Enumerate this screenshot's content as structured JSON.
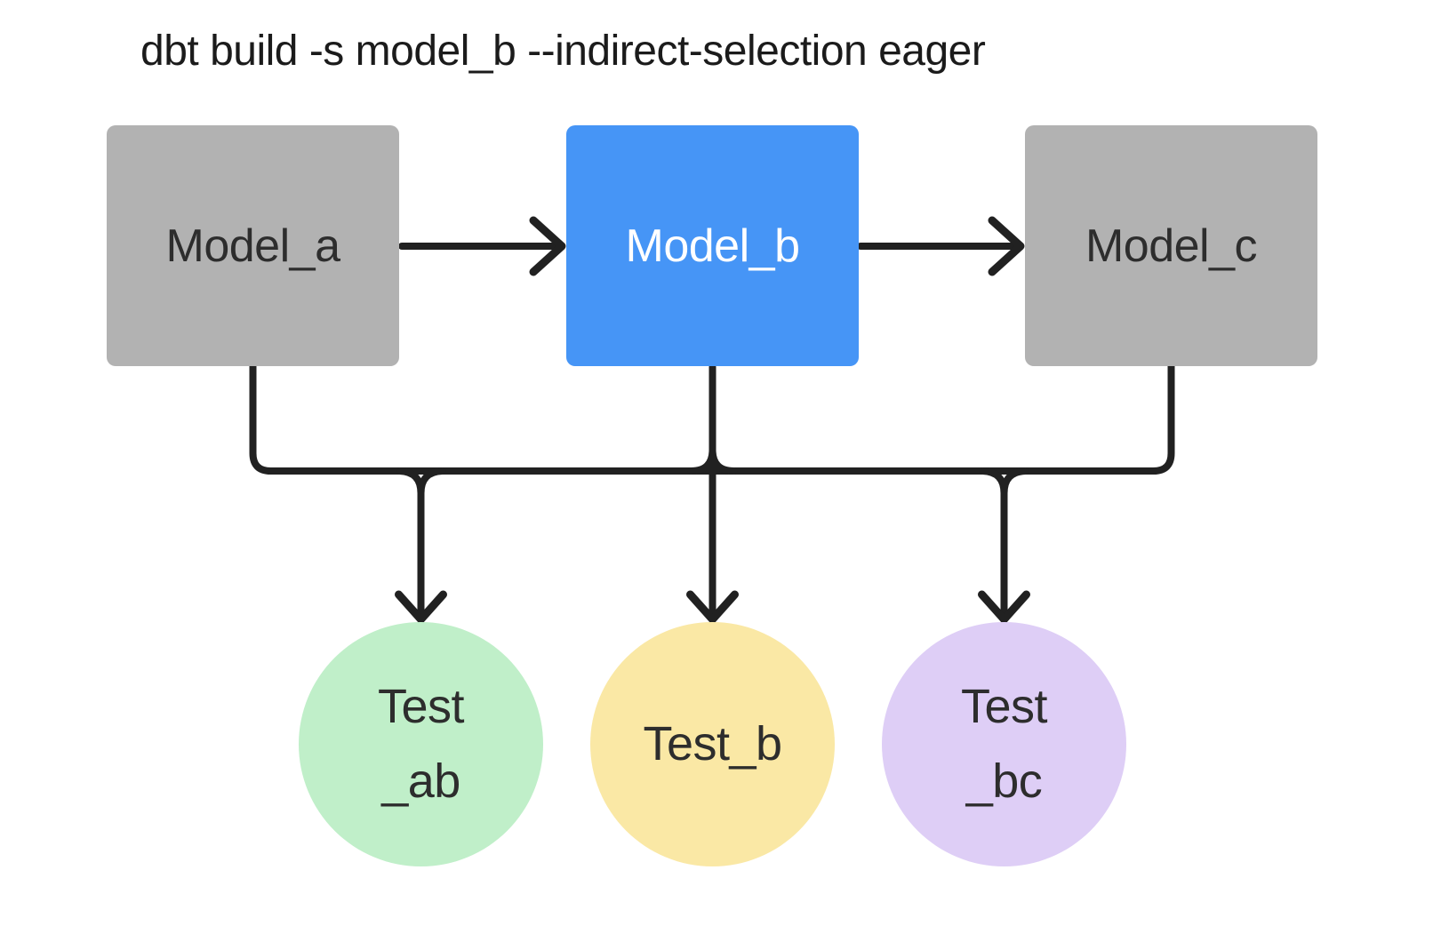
{
  "title": "dbt build -s model_b --indirect-selection eager",
  "colors": {
    "background": "#ffffff",
    "model_default": "#b2b2b2",
    "model_selected": "#4695f6",
    "test_ab": "#c0efc9",
    "test_b": "#fae8a5",
    "test_bc": "#decef6",
    "edge": "#212121",
    "title_text": "#1b1b1b",
    "node_text_dark": "#2d2d2d",
    "node_text_light": "#ffffff"
  },
  "nodes": {
    "model_a": {
      "label": "Model_a",
      "type": "model",
      "selected": false
    },
    "model_b": {
      "label": "Model_b",
      "type": "model",
      "selected": true
    },
    "model_c": {
      "label": "Model_c",
      "type": "model",
      "selected": false
    },
    "test_ab": {
      "lines": [
        "Test",
        "_ab"
      ],
      "type": "test"
    },
    "test_b": {
      "lines": [
        "Test_b"
      ],
      "type": "test"
    },
    "test_bc": {
      "lines": [
        "Test",
        "_bc"
      ],
      "type": "test"
    }
  },
  "edges": [
    {
      "from": "model_a",
      "to": "model_b"
    },
    {
      "from": "model_b",
      "to": "model_c"
    },
    {
      "from": "model_a",
      "to": "test_ab"
    },
    {
      "from": "model_b",
      "to": "test_ab"
    },
    {
      "from": "model_b",
      "to": "test_b"
    },
    {
      "from": "model_b",
      "to": "test_bc"
    },
    {
      "from": "model_c",
      "to": "test_bc"
    }
  ]
}
